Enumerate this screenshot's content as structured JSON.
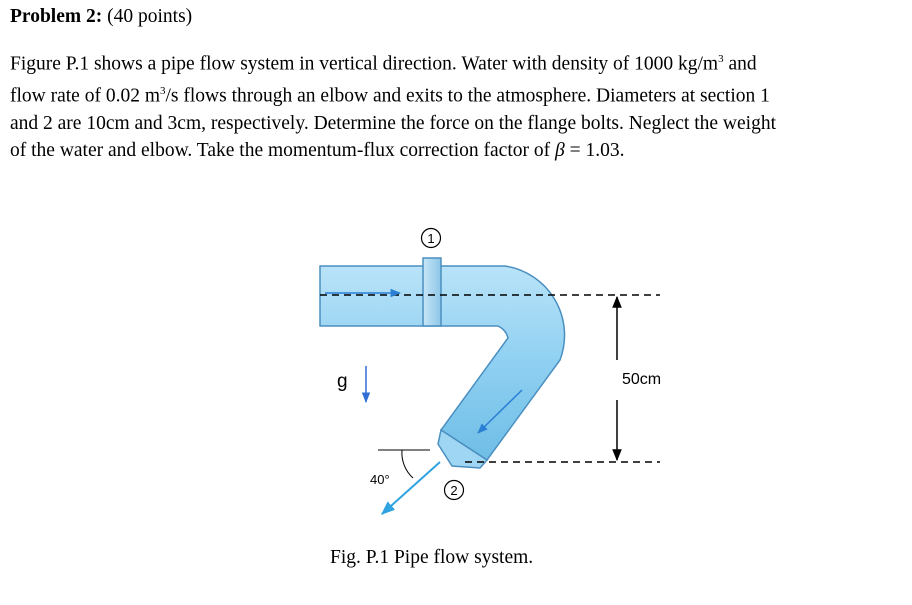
{
  "heading": {
    "label": "Problem 2:",
    "points": "(40 points)"
  },
  "problem": {
    "line1": {
      "pre": "Figure P.1 shows a pipe flow system in vertical direction. Water with density of 1000 kg/m",
      "sup": "3",
      "post": " and"
    },
    "line2": {
      "pre": "flow rate of 0.02 m",
      "sup": "3",
      "post": "/s flows through an elbow and exits to the atmosphere. Diameters at section 1"
    },
    "line3": "and 2 are 10cm and 3cm, respectively. Determine the force on the flange bolts. Neglect the weight",
    "line4": {
      "pre": "of the water and elbow. Take the momentum-flux correction factor of ",
      "symbol": "β",
      "post": " = 1.03."
    }
  },
  "figure": {
    "section1_label": "1",
    "section2_label": "2",
    "gravity_label": "g",
    "height_label": "50cm",
    "angle_label": "40°",
    "caption": "Fig. P.1 Pipe flow system.",
    "colors": {
      "pipe": "#8fd0f2",
      "pipe_edge": "#4a8fc0",
      "flange": "#a9d4ee",
      "flow_arrow": "#2a7fd4",
      "gravity_arrow": "#2f6fd6",
      "exit_arrow": "#2ea3e0"
    }
  }
}
